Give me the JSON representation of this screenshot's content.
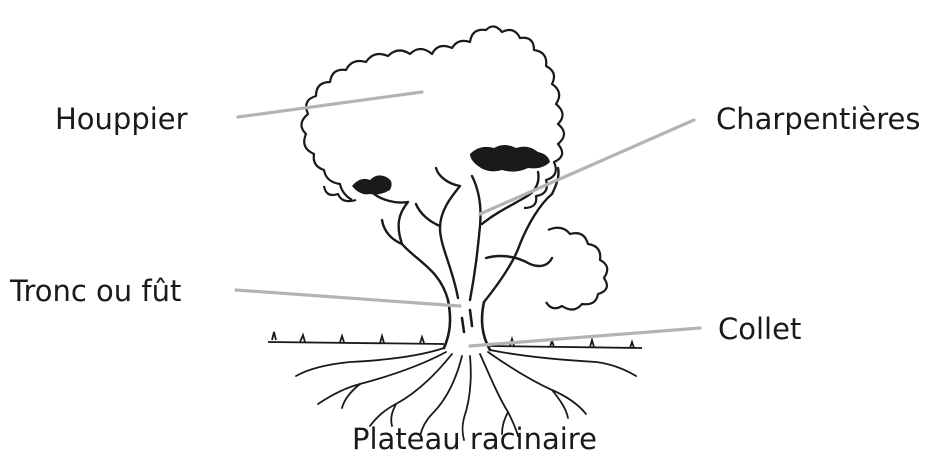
{
  "labels": {
    "crown": "Houppier",
    "branches": "Charpentières",
    "trunk": "Tronc ou fût",
    "collar": "Collet",
    "root_plate": "Plateau racinaire"
  },
  "colors": {
    "ink": "#1a1a1a",
    "leader": "#b3b3b3",
    "background": "#ffffff"
  }
}
